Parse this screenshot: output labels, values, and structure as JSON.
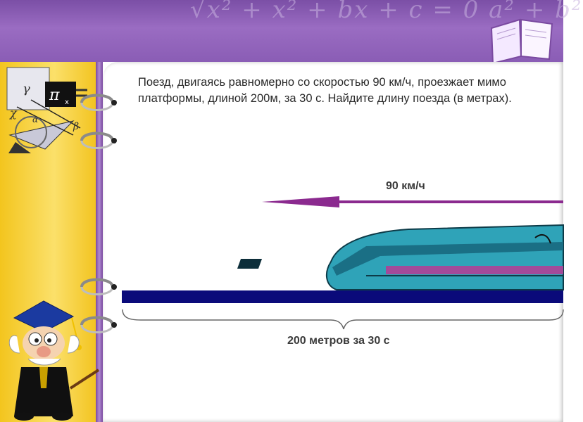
{
  "problem": {
    "text": "Поезд, двигаясь равномерно со скоростью 90 км/ч, проезжает мимо платформы, длиной 200м, за 30 с. Найдите длину поезда (в метрах)."
  },
  "diagram": {
    "speed_label": "90 км/ч",
    "platform_label": "200 метров за 30 с"
  },
  "decor": {
    "banner_formula": "√x² + x² + bx + c = 0  a² + b²"
  },
  "icons": [
    "book-icon",
    "math-collage-icon",
    "professor-icon",
    "train-icon",
    "arrow-left-icon",
    "binder-ring-icon"
  ],
  "colors": {
    "banner": "#8a5db5",
    "sidebar": "#f3c51e",
    "arrow": "#8b2a8f",
    "platform": "#0a0a7a",
    "train": "#2fa3b8"
  }
}
